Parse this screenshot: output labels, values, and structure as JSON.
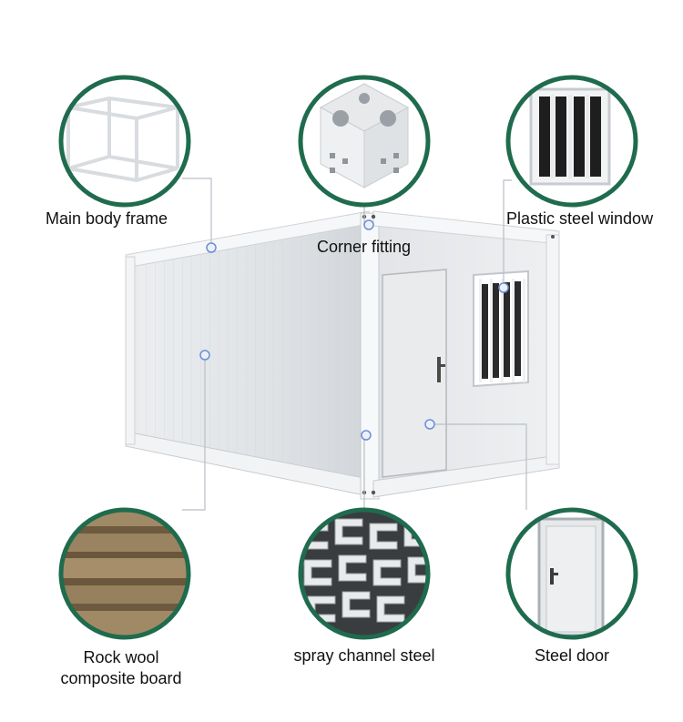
{
  "labels": {
    "main_body_frame": "Main body frame",
    "corner_fitting": "Corner fitting",
    "plastic_steel_window": "Plastic steel window",
    "rock_wool_line1": "Rock wool",
    "rock_wool_line2": "composite board",
    "spray_channel_steel": "spray channel steel",
    "steel_door": "Steel door"
  },
  "colors": {
    "ring": "#1f6b4e",
    "leader": "#b9bfc6",
    "dot": "#6e8fd0",
    "panel": "#e4e6e8",
    "frame": "#f4f5f6"
  }
}
